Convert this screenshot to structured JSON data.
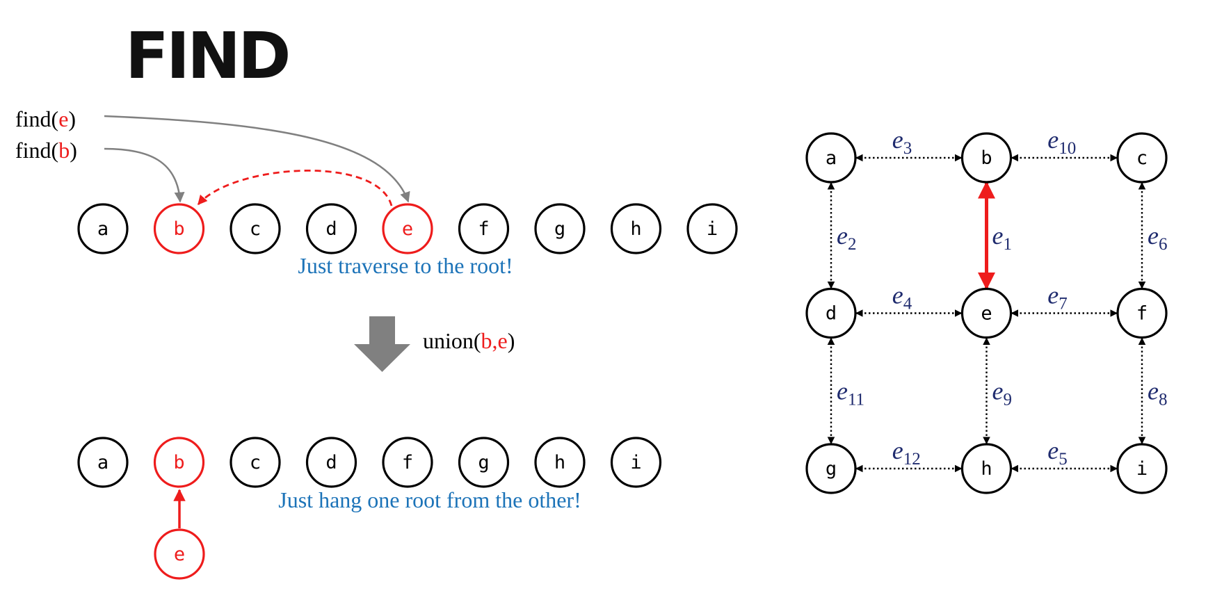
{
  "title": "FIND",
  "calls": [
    {
      "id": "find-e",
      "pre": "find(",
      "arg": "e",
      "post": ")"
    },
    {
      "id": "find-b",
      "pre": "find(",
      "arg": "b",
      "post": ")"
    }
  ],
  "top_row": {
    "nodes": [
      "a",
      "b",
      "c",
      "d",
      "e",
      "f",
      "g",
      "h",
      "i"
    ],
    "highlighted": [
      "b",
      "e"
    ],
    "caption": "Just traverse to the root!"
  },
  "union_label": {
    "pre": "union(",
    "args": "b,e",
    "post": ")"
  },
  "bottom_row": {
    "nodes": [
      "a",
      "b",
      "c",
      "d",
      "f",
      "g",
      "h",
      "i"
    ],
    "highlighted": [
      "b",
      "e"
    ],
    "child": {
      "label": "e",
      "parent": "b"
    },
    "caption": "Just hang one root from the other!"
  },
  "graph": {
    "nodes": [
      {
        "id": "a",
        "row": 0,
        "col": 0
      },
      {
        "id": "b",
        "row": 0,
        "col": 1
      },
      {
        "id": "c",
        "row": 0,
        "col": 2
      },
      {
        "id": "d",
        "row": 1,
        "col": 0
      },
      {
        "id": "e",
        "row": 1,
        "col": 1
      },
      {
        "id": "f",
        "row": 1,
        "col": 2
      },
      {
        "id": "g",
        "row": 2,
        "col": 0
      },
      {
        "id": "h",
        "row": 2,
        "col": 1
      },
      {
        "id": "i",
        "row": 2,
        "col": 2
      }
    ],
    "edges": [
      {
        "from": "a",
        "to": "b",
        "name": "e",
        "sub": "3",
        "active": false
      },
      {
        "from": "b",
        "to": "c",
        "name": "e",
        "sub": "10",
        "active": false
      },
      {
        "from": "a",
        "to": "d",
        "name": "e",
        "sub": "2",
        "active": false
      },
      {
        "from": "b",
        "to": "e",
        "name": "e",
        "sub": "1",
        "active": true
      },
      {
        "from": "c",
        "to": "f",
        "name": "e",
        "sub": "6",
        "active": false
      },
      {
        "from": "d",
        "to": "e",
        "name": "e",
        "sub": "4",
        "active": false
      },
      {
        "from": "e",
        "to": "f",
        "name": "e",
        "sub": "7",
        "active": false
      },
      {
        "from": "d",
        "to": "g",
        "name": "e",
        "sub": "11",
        "active": false
      },
      {
        "from": "e",
        "to": "h",
        "name": "e",
        "sub": "9",
        "active": false
      },
      {
        "from": "f",
        "to": "i",
        "name": "e",
        "sub": "8",
        "active": false
      },
      {
        "from": "g",
        "to": "h",
        "name": "e",
        "sub": "12",
        "active": false
      },
      {
        "from": "h",
        "to": "i",
        "name": "e",
        "sub": "5",
        "active": false
      }
    ]
  },
  "colors": {
    "highlight": "#ee1c1c",
    "caption": "#1c73b8",
    "edge_label": "#1f2b6e",
    "pointer_arrow": "#808080",
    "big_arrow": "#808080",
    "node_stroke": "#000000"
  }
}
